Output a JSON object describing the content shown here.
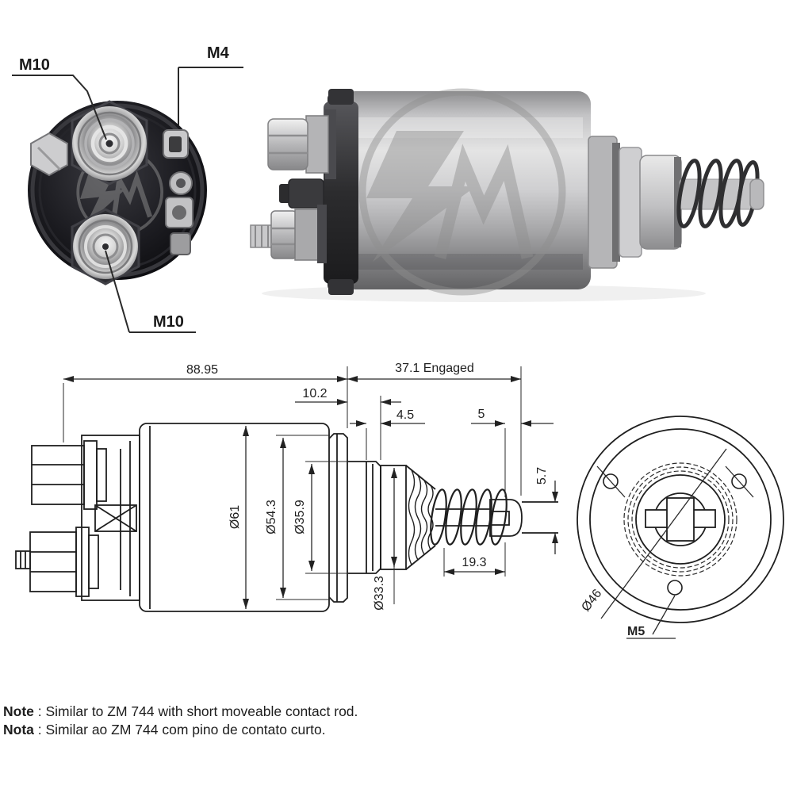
{
  "front_view": {
    "label_terminal_top": "M10",
    "label_terminal_small": "M4",
    "label_terminal_bottom": "M10",
    "watermark": "ZM"
  },
  "side_view": {
    "watermark": "ZM"
  },
  "drawing": {
    "dim_overall_length": "88.95",
    "dim_engaged": "37.1 Engaged",
    "dim_flange_width": "10.2",
    "dim_step": "4.5",
    "dim_rod_rest": "5",
    "dim_rod_tip": "5.7",
    "dim_spring_length": "19.3",
    "dia_body": "Ø61",
    "dia_flange": "Ø54.3",
    "dia_bushing": "Ø35.9",
    "dia_neck": "Ø33.3",
    "rear_view": {
      "dia_bolt_circle": "Ø46",
      "thread": "M5"
    }
  },
  "notes": [
    {
      "prefix": "Note",
      "separator": " : ",
      "text": "Similar to ZM 744 with short moveable contact rod."
    },
    {
      "prefix": "Nota",
      "separator": " : ",
      "text": "Similar ao ZM 744 com pino de contato curto."
    }
  ],
  "colors": {
    "line_ink": "#222222",
    "photo_dark": "#141417",
    "metal_light": "#d9d9db"
  }
}
